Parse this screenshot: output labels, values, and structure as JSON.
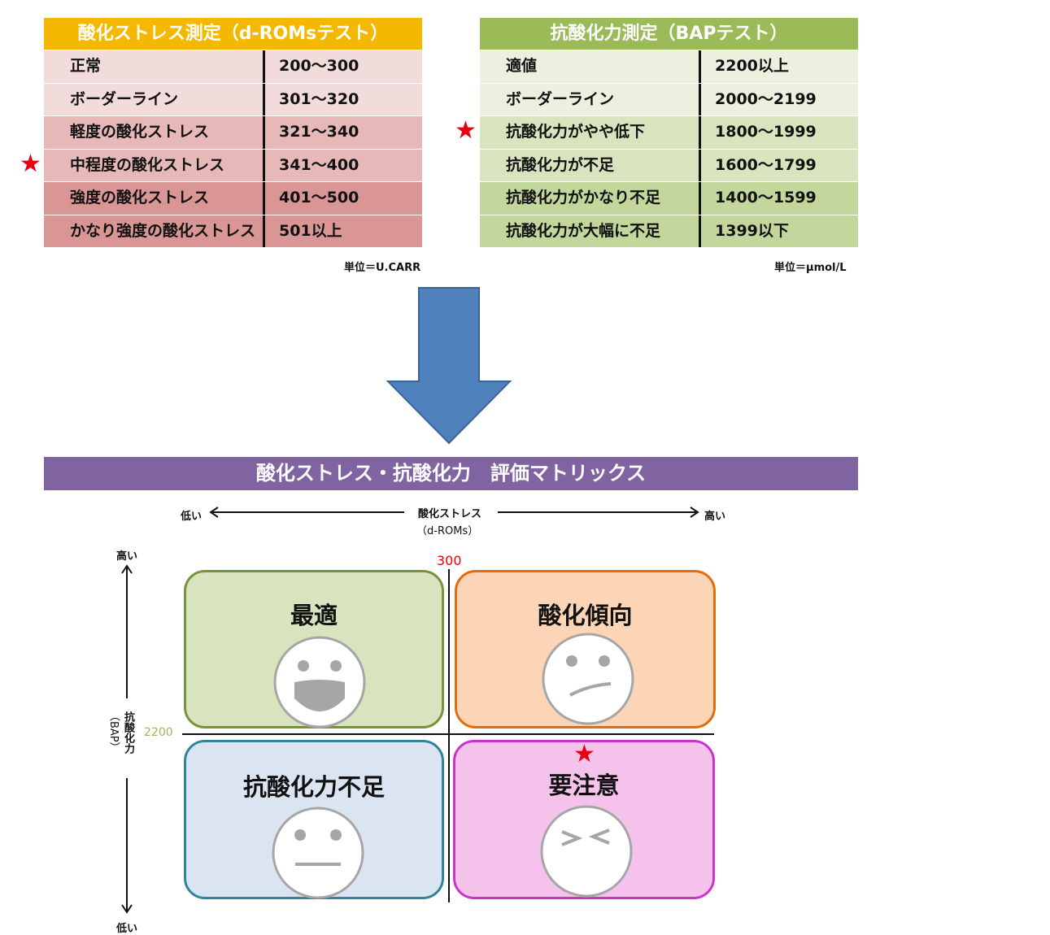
{
  "table_left": {
    "title": "酸化ストレス測定（d-ROMsテスト）",
    "header_color": "#f5b800",
    "rows": [
      {
        "label": "正常",
        "value": "200～300"
      },
      {
        "label": "ボーダーライン",
        "value": "301～320"
      },
      {
        "label": "軽度の酸化ストレス",
        "value": "321～340"
      },
      {
        "label": "中程度の酸化ストレス",
        "value": "341～400"
      },
      {
        "label": "強度の酸化ストレス",
        "value": "401～500"
      },
      {
        "label": "かなり強度の酸化ストレス",
        "value": "501以上"
      }
    ],
    "unit": "単位＝U.CARR",
    "star_marker": "★"
  },
  "table_right": {
    "title": "抗酸化力測定（BAPテスト）",
    "header_color": "#9bbb59",
    "rows": [
      {
        "label": "適値",
        "value": "2200以上"
      },
      {
        "label": "ボーダーライン",
        "value": "2000～2199"
      },
      {
        "label": "抗酸化力がやや低下",
        "value": "1800～1999"
      },
      {
        "label": "抗酸化力が不足",
        "value": "1600～1799"
      },
      {
        "label": "抗酸化力がかなり不足",
        "value": "1400～1599"
      },
      {
        "label": "抗酸化力が大幅に不足",
        "value": "1399以下"
      }
    ],
    "unit": "単位＝μmol/L",
    "star_marker": "★"
  },
  "matrix": {
    "title": "酸化ストレス・抗酸化力　評価マトリックス",
    "x_axis": {
      "low": "低い",
      "label": "酸化ストレス",
      "sublabel": "（d-ROMs）",
      "high": "高い",
      "threshold": "300"
    },
    "y_axis": {
      "high": "高い",
      "label": "抗酸化力",
      "sublabel": "（BAP）",
      "low": "低い",
      "threshold": "2200"
    },
    "quadrants": {
      "top_left": {
        "label": "最適",
        "face": "laughing-face-icon"
      },
      "top_right": {
        "label": "酸化傾向",
        "face": "confused-face-icon"
      },
      "bottom_left": {
        "label": "抗酸化力不足",
        "face": "neutral-face-icon"
      },
      "bottom_right": {
        "label": "要注意",
        "face": "squinting-face-icon"
      }
    },
    "star_marker": "★"
  },
  "colors": {
    "accent_star": "#e60012",
    "matrix_header": "#8064a2",
    "arrow": "#4f81bd",
    "optimal": "#d7e4bd",
    "oxidation": "#fbd5b5",
    "antioxidant_low": "#dbe5f1",
    "caution": "#f5c2ec"
  }
}
